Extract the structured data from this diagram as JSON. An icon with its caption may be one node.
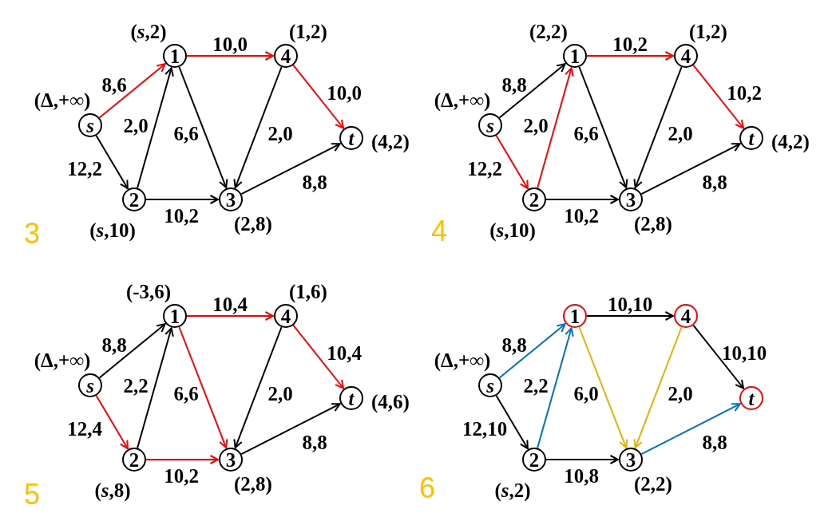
{
  "diagram": {
    "nodes": [
      {
        "text": [
          "1"
        ],
        "beside": [
          "(*s*,2)"
        ]
      },
      {
        "text": [
          "4"
        ],
        "beside": [
          "(1,2)"
        ]
      },
      {
        "text": [
          "s"
        ],
        "beside": [
          "(Δ,+∞)"
        ]
      },
      {
        "text": [
          "t"
        ],
        "beside": [
          "(4,2)"
        ]
      },
      {
        "text": [
          "2"
        ],
        "beside": [
          "(*s*,10)"
        ]
      },
      {
        "text": [
          "3"
        ],
        "beside": [
          "(2,8)"
        ]
      },
      {
        "text": [
          "1"
        ],
        "beside": [
          "(2,2)"
        ]
      },
      {
        "text": [
          "4"
        ],
        "beside": [
          "(1,2)"
        ]
      },
      {
        "text": [
          "s"
        ],
        "beside": [
          "(Δ,+∞)"
        ]
      },
      {
        "text": [
          "t"
        ],
        "beside": [
          "(4,2)"
        ]
      },
      {
        "text": [
          "2"
        ],
        "beside": [
          "(*s*,10)"
        ]
      },
      {
        "text": [
          "3"
        ],
        "beside": [
          "(2,8)"
        ]
      },
      {
        "text": [
          "1"
        ],
        "beside": [
          "(-3,6)"
        ]
      },
      {
        "text": [
          "4"
        ],
        "beside": [
          "(1,6)"
        ]
      },
      {
        "text": [
          "s"
        ],
        "beside": [
          "(Δ,+∞)"
        ]
      },
      {
        "text": [
          "t"
        ],
        "beside": [
          "(4,6)"
        ]
      },
      {
        "text": [
          "2"
        ],
        "beside": [
          "(*s*,8)"
        ]
      },
      {
        "text": [
          "3"
        ],
        "beside": [
          "(2,8)"
        ]
      },
      {
        "text": [
          "1"
        ]
      },
      {
        "text": [
          "4"
        ]
      },
      {
        "text": [
          "s"
        ],
        "beside": [
          "(Δ,+∞)"
        ]
      },
      {
        "text": [
          "t"
        ]
      },
      {
        "text": [
          "2"
        ],
        "beside": [
          "(*s*,2)"
        ]
      },
      {
        "text": [
          "3"
        ],
        "beside": [
          "(2,2)"
        ]
      }
    ],
    "edges": [
      {
        "from": 2,
        "to": 0,
        "arrow": "to",
        "label": "8,6",
        "color": "#ff0000"
      },
      {
        "from": 2,
        "to": 4,
        "arrow": "to",
        "label": "12,2"
      },
      {
        "from": 4,
        "to": 0,
        "arrow": "to",
        "label": "2,0"
      },
      {
        "from": 0,
        "to": 1,
        "arrow": "to",
        "label": "10,0",
        "color": "#ff0000"
      },
      {
        "from": 0,
        "to": 5,
        "arrow": "to",
        "label": "6,6"
      },
      {
        "from": 1,
        "to": 5,
        "arrow": "to",
        "label": "2,0"
      },
      {
        "from": 1,
        "to": 3,
        "arrow": "to",
        "label": "10,0",
        "color": "#ff0000"
      },
      {
        "from": 4,
        "to": 5,
        "arrow": "to",
        "label": "10,2"
      },
      {
        "from": 5,
        "to": 3,
        "arrow": "to",
        "label": "8,8"
      },
      {
        "from": 8,
        "to": 6,
        "arrow": "to",
        "label": "8,8"
      },
      {
        "from": 8,
        "to": 10,
        "arrow": "to",
        "label": "12,2",
        "color": "#ff0000"
      },
      {
        "from": 10,
        "to": 6,
        "arrow": "to",
        "label": "2,0",
        "color": "#ff0000"
      },
      {
        "from": 6,
        "to": 7,
        "arrow": "to",
        "label": "10,2",
        "color": "#ff0000"
      },
      {
        "from": 6,
        "to": 11,
        "arrow": "to",
        "label": "6,6"
      },
      {
        "from": 7,
        "to": 11,
        "arrow": "to",
        "label": "2,0"
      },
      {
        "from": 7,
        "to": 9,
        "arrow": "to",
        "label": "10,2",
        "color": "#ff0000"
      },
      {
        "from": 10,
        "to": 11,
        "arrow": "to",
        "label": "10,2"
      },
      {
        "from": 11,
        "to": 9,
        "arrow": "to",
        "label": "8,8"
      },
      {
        "from": 14,
        "to": 12,
        "arrow": "to",
        "label": "8,8"
      },
      {
        "from": 14,
        "to": 16,
        "arrow": "to",
        "label": "12,4",
        "color": "#ff0000"
      },
      {
        "from": 16,
        "to": 12,
        "arrow": "to",
        "label": "2,2"
      },
      {
        "from": 12,
        "to": 13,
        "arrow": "to",
        "label": "10,4",
        "color": "#ff0000"
      },
      {
        "from": 12,
        "to": 17,
        "arrow": "to",
        "label": "6,6",
        "color": "#ff0000"
      },
      {
        "from": 13,
        "to": 17,
        "arrow": "to",
        "label": "2,0"
      },
      {
        "from": 13,
        "to": 15,
        "arrow": "to",
        "label": "10,4",
        "color": "#ff0000"
      },
      {
        "from": 16,
        "to": 17,
        "arrow": "to",
        "label": "10,2",
        "color": "#ff0000"
      },
      {
        "from": 17,
        "to": 15,
        "arrow": "to",
        "label": "8,8"
      },
      {
        "from": 20,
        "to": 18,
        "arrow": "to",
        "label": "8,8",
        "color": "#0070c0"
      },
      {
        "from": 20,
        "to": 22,
        "arrow": "to",
        "label": "12,10"
      },
      {
        "from": 22,
        "to": 18,
        "arrow": "to",
        "label": "2,2",
        "color": "#0070c0"
      },
      {
        "from": 18,
        "to": 19,
        "arrow": "to",
        "label": "10,10"
      },
      {
        "from": 18,
        "to": 23,
        "arrow": "to",
        "label": "6,0",
        "color": "#e8b000"
      },
      {
        "from": 19,
        "to": 23,
        "arrow": "to",
        "label": "2,0",
        "color": "#e8b000"
      },
      {
        "from": 19,
        "to": 21,
        "arrow": "to",
        "label": "10,10"
      },
      {
        "from": 22,
        "to": 23,
        "arrow": "to",
        "label": "10,8"
      },
      {
        "from": 23,
        "to": 21,
        "arrow": "to",
        "label": "8,8",
        "color": "#0070c0"
      }
    ],
    "labels": [
      "3",
      "4",
      "5",
      "6"
    ]
  }
}
